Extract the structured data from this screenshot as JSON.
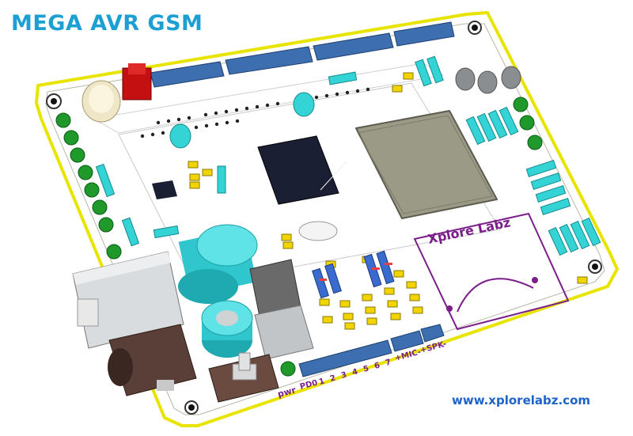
{
  "title": "MEGA AVR GSM",
  "website": "www.xplorelabz.com",
  "board": {
    "brand_label": "Xplore Labz",
    "power_label": "pwr",
    "port_labels": [
      "PD0",
      "1",
      "2",
      "3",
      "4",
      "5",
      "6",
      "7",
      "+MIC-",
      "+SPK-"
    ]
  },
  "colors": {
    "title": "#1c9fd2",
    "url": "#1e64c8",
    "pcb": "#ffffff",
    "pcb_edge": "#e8e400",
    "header": "#3d6fb0",
    "gsm_module": "#9b9a86",
    "mcu": "#1a1f33",
    "led_green": "#1f9a2a",
    "component_cyan": "#33d3d6",
    "capacitor_yellow": "#f1d400",
    "silk_purple": "#7a1e8a"
  }
}
